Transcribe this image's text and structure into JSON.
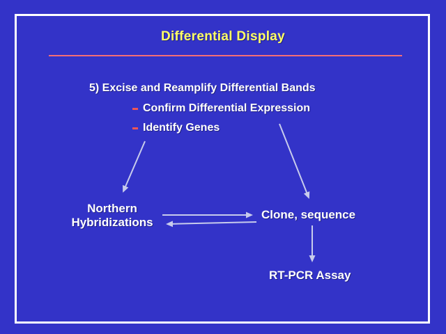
{
  "slide": {
    "title": "Differential Display",
    "step_heading": "5) Excise and Reamplify Differential Bands",
    "sub_items": [
      "Confirm Differential Expression",
      "Identify Genes"
    ],
    "diagram": {
      "northern": {
        "line1": "Northern",
        "line2": "Hybridizations"
      },
      "clone": {
        "label": "Clone, sequence"
      },
      "rtpcr": {
        "label": "RT-PCR Assay"
      }
    },
    "colors": {
      "background": "#3333c8",
      "frame": "#ffffff",
      "title": "#ffff66",
      "rule": "#f56e76",
      "dash": "#ee5656",
      "text": "#ffffff",
      "arrow": "#c8ccec"
    }
  }
}
